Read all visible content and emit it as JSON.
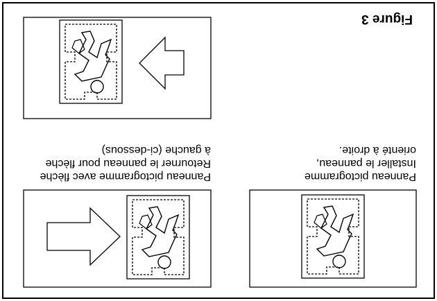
{
  "figure": {
    "title": "Figure 3"
  },
  "panels": {
    "top_left_caption": "Panneau pictogramme\nInstaller le panneau,\norienté à droite.",
    "top_right_caption": "Panneau pictogramme avec flèche\nRetourner le panneau pour flèche\nà gauche (ci-dessous)"
  },
  "icons": {
    "sign": "emergency-exit-running-person-icon",
    "arrow_right": "arrow-right-icon",
    "arrow_left": "arrow-left-icon"
  },
  "colors": {
    "line": "#000000",
    "background": "#ffffff"
  }
}
